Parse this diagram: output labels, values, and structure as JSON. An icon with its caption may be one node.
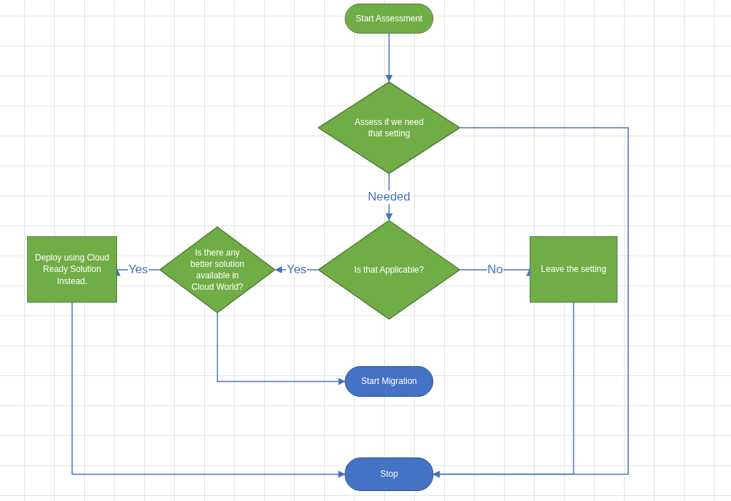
{
  "diagram": {
    "nodes": [
      {
        "text": [
          "Start Assessment"
        ]
      },
      {
        "text": [
          "Assess if we need that setting"
        ]
      },
      {
        "text": [
          "Is that Applicable?"
        ]
      },
      {
        "text": [
          "Is there any better solution available in Cloud World?"
        ]
      },
      {
        "text": [
          "Deploy using Cloud Ready Solution Instead."
        ]
      },
      {
        "text": [
          "Leave the setting"
        ]
      },
      {
        "text": [
          "Start Migration"
        ]
      },
      {
        "text": [
          "Stop"
        ]
      }
    ],
    "edges": [
      {
        "from": 0,
        "to": 1,
        "arrow": "to"
      },
      {
        "from": 1,
        "to": 2,
        "arrow": "to",
        "label": "Needed"
      },
      {
        "from": 2,
        "to": 3,
        "arrow": "to",
        "label": "Yes"
      },
      {
        "from": 3,
        "to": 4,
        "arrow": "to",
        "label": "Yes"
      },
      {
        "from": 2,
        "to": 5,
        "arrow": "to",
        "label": "No"
      },
      {
        "from": 3,
        "to": 6,
        "arrow": "to"
      },
      {
        "from": 4,
        "to": 7,
        "arrow": "to"
      },
      {
        "from": 5,
        "to": 7,
        "arrow": "to"
      },
      {
        "from": 1,
        "to": 7,
        "arrow": "to"
      }
    ]
  }
}
